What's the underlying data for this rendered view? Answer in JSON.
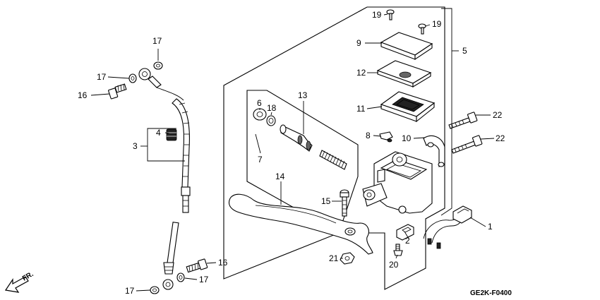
{
  "diagram": {
    "ref_code": "GE2K-F0400",
    "direction_label": "FR.",
    "callouts": [
      {
        "id": "c1",
        "label": "1"
      },
      {
        "id": "c2",
        "label": "2"
      },
      {
        "id": "c3",
        "label": "3"
      },
      {
        "id": "c4",
        "label": "4"
      },
      {
        "id": "c5",
        "label": "5"
      },
      {
        "id": "c6",
        "label": "6"
      },
      {
        "id": "c7",
        "label": "7"
      },
      {
        "id": "c8",
        "label": "8"
      },
      {
        "id": "c9",
        "label": "9"
      },
      {
        "id": "c10",
        "label": "10"
      },
      {
        "id": "c11",
        "label": "11"
      },
      {
        "id": "c12",
        "label": "12"
      },
      {
        "id": "c13",
        "label": "13"
      },
      {
        "id": "c14",
        "label": "14"
      },
      {
        "id": "c15",
        "label": "15"
      },
      {
        "id": "c16a",
        "label": "16"
      },
      {
        "id": "c16b",
        "label": "16"
      },
      {
        "id": "c17a",
        "label": "17"
      },
      {
        "id": "c17b",
        "label": "17"
      },
      {
        "id": "c17c",
        "label": "17"
      },
      {
        "id": "c17d",
        "label": "17"
      },
      {
        "id": "c18",
        "label": "18"
      },
      {
        "id": "c19a",
        "label": "19"
      },
      {
        "id": "c19b",
        "label": "19"
      },
      {
        "id": "c20",
        "label": "20"
      },
      {
        "id": "c21",
        "label": "21"
      },
      {
        "id": "c22a",
        "label": "22"
      },
      {
        "id": "c22b",
        "label": "22"
      }
    ]
  }
}
